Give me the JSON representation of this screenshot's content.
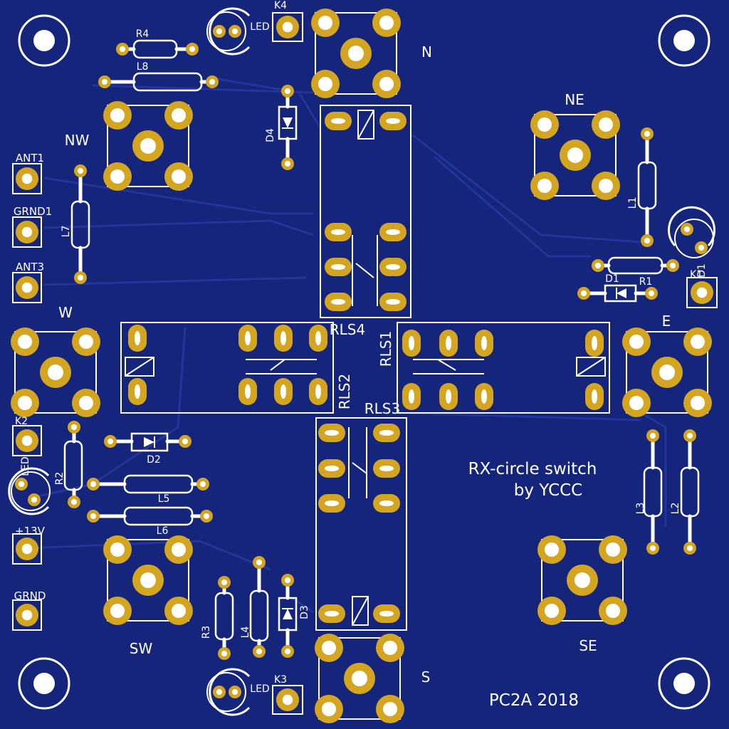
{
  "board": {
    "title": "RX-circle switch",
    "author": "by YCCC",
    "credit": "PC2A 2018"
  },
  "directions": {
    "north": "N",
    "north_east": "NE",
    "east": "E",
    "south_east": "SE",
    "south": "S",
    "south_west": "SW",
    "west": "W",
    "north_west": "NW"
  },
  "connectors": {
    "ant1": "ANT1",
    "grnd1": "GRND1",
    "ant3": "ANT3",
    "supply": "+13V",
    "grnd": "GRND"
  },
  "designators": {
    "r1": "R1",
    "r2": "R2",
    "r3": "R3",
    "r4": "R4",
    "l1": "L1",
    "l2": "L2",
    "l3": "L3",
    "l4": "L4",
    "l5": "L5",
    "l6": "L6",
    "l7": "L7",
    "l8": "L8",
    "d1": "D1",
    "d2": "D2",
    "d3": "D3",
    "d4": "D4",
    "k1": "K1",
    "k2": "K2",
    "k3": "K3",
    "k4": "K4",
    "led": "LED",
    "rls1": "RLS1",
    "rls2": "RLS2",
    "rls3": "RLS3",
    "rls4": "RLS4"
  },
  "colors": {
    "board": "#16257c",
    "trace": "#23349a",
    "copper": "#d4a520",
    "silkscreen": "#ffffff",
    "hole": "#ffffff"
  }
}
